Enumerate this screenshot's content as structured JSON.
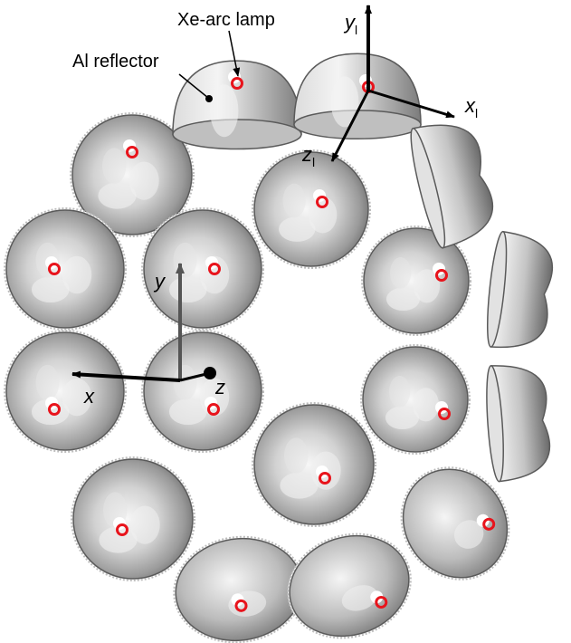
{
  "labels": {
    "lamp": "Xe-arc lamp",
    "reflector": "Al reflector",
    "local_x": "x",
    "local_x_sub": "l",
    "local_y": "y",
    "local_y_sub": "l",
    "local_z": "z",
    "local_z_sub": "l",
    "global_x": "x",
    "global_y": "y",
    "global_z": "z"
  },
  "colors": {
    "background": "#ffffff",
    "reflector_dark": "#6e6e6e",
    "reflector_light": "#f2f2f2",
    "lamp_marker": "#e8141c",
    "axis": "#000000"
  },
  "reflector_count": 18
}
